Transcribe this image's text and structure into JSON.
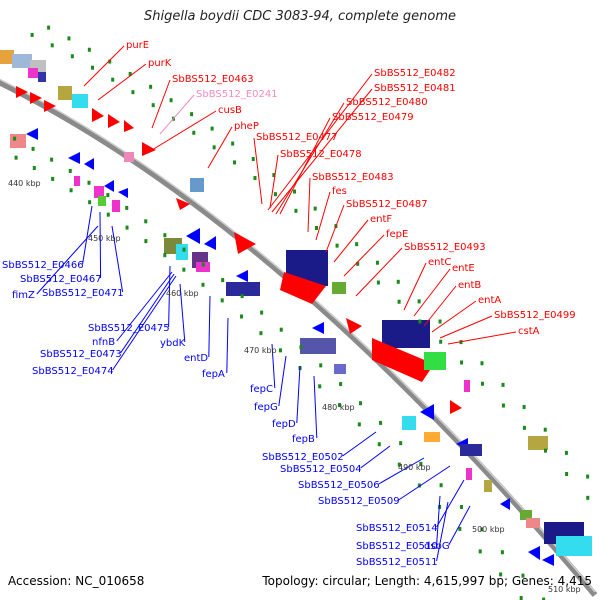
{
  "title": "Shigella boydii CDC 3083-94, complete genome",
  "accession": "Accession: NC_010658",
  "topology": "Topology: circular; Length: 4,615,997 bp; Genes: 4,415",
  "colors": {
    "forward": "#ff0000",
    "reverse": "#0000ff",
    "pink": "#ee88bb",
    "backbone": "#888888"
  },
  "ticks": [
    "440 kbp",
    "450 kbp",
    "460 kbp",
    "470 kbp",
    "480 kbp",
    "490 kbp",
    "500 kbp",
    "510 kbp"
  ],
  "red_labels": [
    "purE",
    "purK",
    "SbBS512_E0463",
    "SbBS512_E0241",
    "cusB",
    "pheP",
    "SbBS512_E0477",
    "SbBS512_E0478",
    "SbBS512_E0482",
    "SbBS512_E0481",
    "SbBS512_E0480",
    "SbBS512_E0479",
    "SbBS512_E0483",
    "fes",
    "SbBS512_E0487",
    "entF",
    "fepE",
    "SbBS512_E0493",
    "entC",
    "entE",
    "entB",
    "entA",
    "SbBS512_E0499",
    "cstA"
  ],
  "blue_labels": [
    "SbBS512_E0466",
    "SbBS512_E0467",
    "fimZ",
    "SbBS512_E0471",
    "SbBS512_E0475",
    "nfnB",
    "SbBS512_E0473",
    "SbBS512_E0474",
    "ybdK",
    "entD",
    "fepA",
    "fepC",
    "fepG",
    "fepD",
    "fepB",
    "SbBS512_E0502",
    "SbBS512_E0504",
    "SbBS512_E0506",
    "SbBS512_E0509",
    "SbBS512_E0514",
    "SbBS512_E0510",
    "SbBS512_E0511",
    "dsbG"
  ]
}
